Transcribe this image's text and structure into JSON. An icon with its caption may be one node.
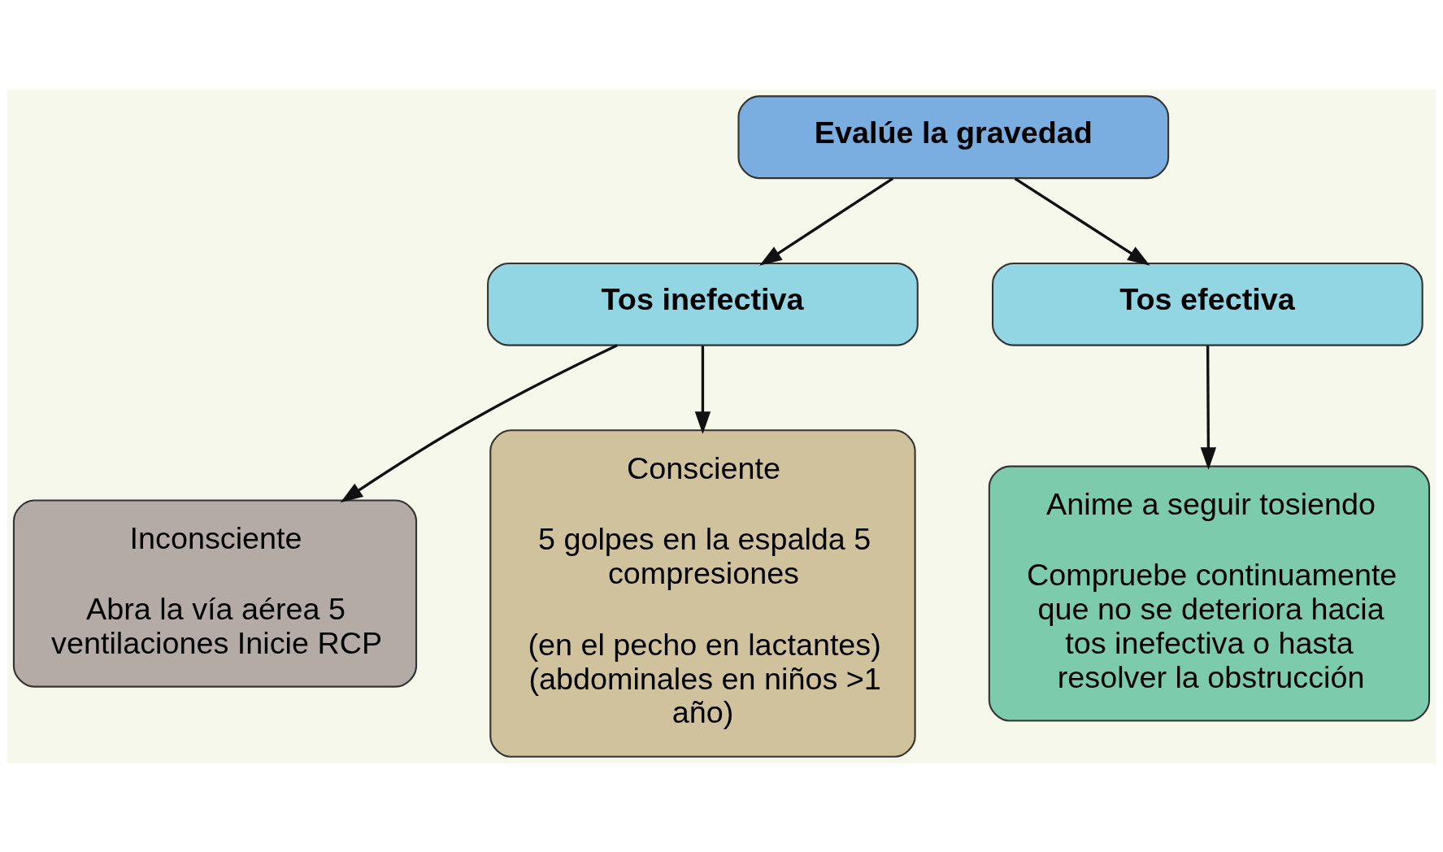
{
  "diagram": {
    "nodes": [
      {
        "text": [
          "Evalúe la gravedad"
        ]
      },
      {
        "text": [
          "Tos inefectiva"
        ]
      },
      {
        "text": [
          "Tos efectiva"
        ]
      },
      {
        "text": [
          "Inconsciente",
          "Abra la vía aérea 5 ventilaciones Inicie RCP"
        ]
      },
      {
        "text": [
          "Consciente",
          "5 golpes en la espalda 5 compresiones",
          "(en el pecho en lactantes) (abdominales en niños >1 año)"
        ]
      },
      {
        "text": [
          "Anime a seguir tosiendo",
          "Compruebe continuamente que no se deteriora hacia tos inefectiva o hasta resolver la obstrucción"
        ]
      }
    ],
    "edges": [
      {
        "from": 0,
        "to": 1,
        "arrow": "to"
      },
      {
        "from": 0,
        "to": 2,
        "arrow": "to"
      },
      {
        "from": 1,
        "to": 3,
        "arrow": "to"
      },
      {
        "from": 1,
        "to": 4,
        "arrow": "to"
      },
      {
        "from": 2,
        "to": 5,
        "arrow": "to"
      }
    ]
  }
}
